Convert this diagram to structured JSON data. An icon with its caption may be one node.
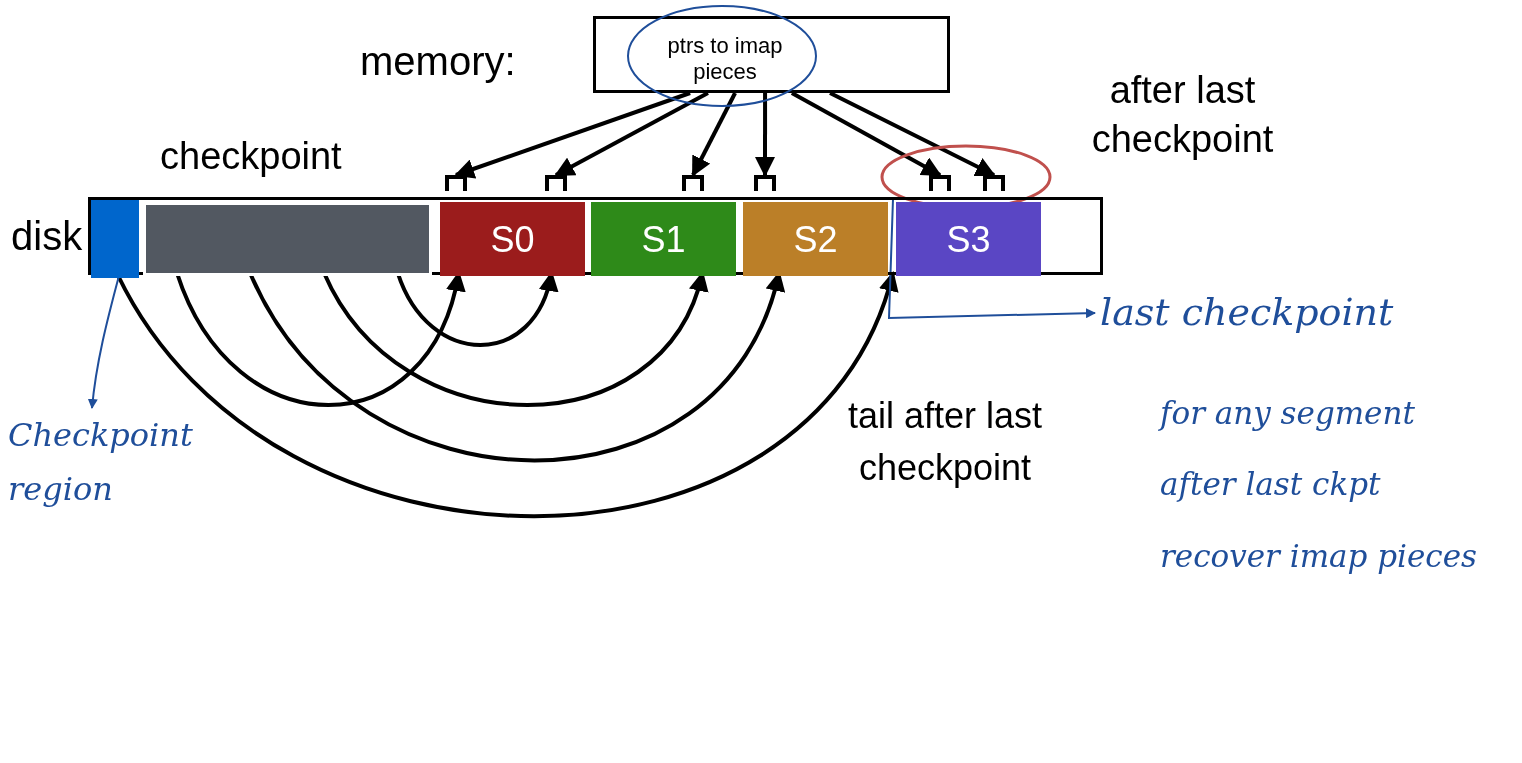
{
  "diagram": {
    "nodes": [
      {
        "text": [
          "ptrs to imap pieces"
        ],
        "beside": [
          "memory:"
        ]
      },
      {
        "text": [
          "after last checkpoint"
        ]
      },
      {
        "text": [],
        "shape": "box"
      },
      {
        "text": [],
        "shape": "box"
      },
      {
        "text": [],
        "shape": "box"
      },
      {
        "text": [],
        "shape": "box"
      },
      {
        "text": [],
        "shape": "box",
        "in": 1
      },
      {
        "text": [],
        "shape": "box",
        "in": 1
      },
      {
        "text": [
          "disk"
        ]
      },
      {
        "text": [],
        "shape": "box",
        "in": 8
      },
      {
        "text": [
          "checkpoint"
        ],
        "in": 8
      },
      {
        "text": [
          "S0"
        ],
        "in": 8
      },
      {
        "text": [
          "S1"
        ],
        "in": 8
      },
      {
        "text": [
          "S2"
        ],
        "in": 8
      },
      {
        "text": [
          "S3"
        ],
        "in": 8
      },
      {
        "text": [
          "last checkpoint"
        ]
      },
      {
        "text": [
          "Checkpoint region"
        ]
      }
    ],
    "edges": [
      {
        "from": 0,
        "to": 2,
        "arrow": "to"
      },
      {
        "from": 0,
        "to": 3,
        "arrow": "to"
      },
      {
        "from": 0,
        "to": 4,
        "arrow": "to"
      },
      {
        "from": 0,
        "to": 5,
        "arrow": "to"
      },
      {
        "from": 0,
        "to": 6,
        "arrow": "to"
      },
      {
        "from": 0,
        "to": 7,
        "arrow": "to"
      },
      {
        "from": 10,
        "to": 11,
        "arrow": "to"
      },
      {
        "from": 10,
        "to": 11,
        "arrow": "to"
      },
      {
        "from": 10,
        "to": 12,
        "arrow": "to"
      },
      {
        "from": 10,
        "to": 13,
        "arrow": "to"
      },
      {
        "from": 9,
        "to": 14,
        "arrow": "to"
      },
      {
        "from": 9,
        "to": 16,
        "arrow": "to",
        "color": "#1f4e9a"
      },
      {
        "from": 14,
        "to": 15,
        "arrow": "to",
        "color": "#1f4e9a"
      }
    ],
    "labels": [
      "tail after last checkpoint",
      "for any segment after last ckpt recover imap pieces"
    ]
  }
}
